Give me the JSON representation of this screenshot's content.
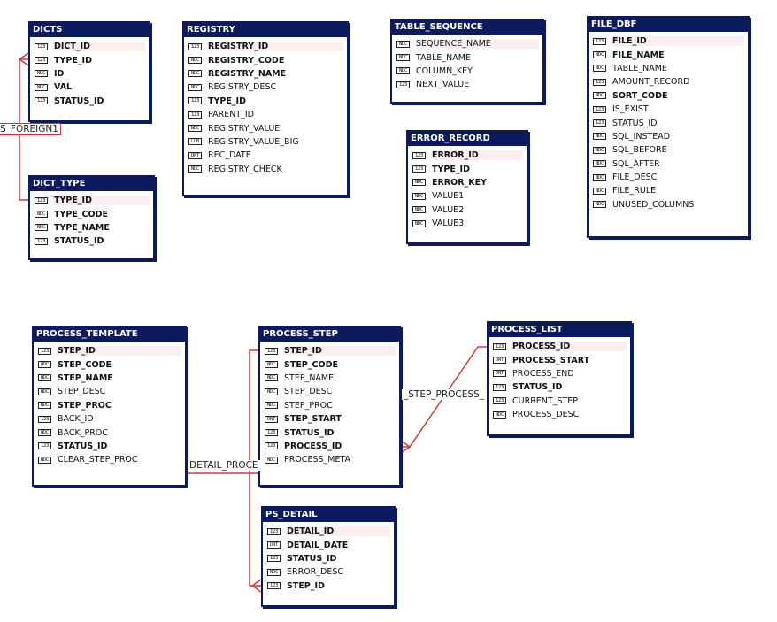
{
  "entities": [
    {
      "name": "DICTS",
      "fields": [
        {
          "name": "DICT_ID",
          "type": "key-icon",
          "key": true
        },
        {
          "name": "TYPE_ID",
          "type": "key-icon",
          "key": true
        },
        {
          "name": "ID",
          "type": "ndc-icon",
          "key": true
        },
        {
          "name": "VAL",
          "type": "ndc-icon",
          "key": true
        },
        {
          "name": "STATUS_ID",
          "type": "key-icon",
          "key": true
        }
      ]
    },
    {
      "name": "REGISTRY",
      "fields": [
        {
          "name": "REGISTRY_ID",
          "type": "key-icon",
          "key": true
        },
        {
          "name": "REGISTRY_CODE",
          "type": "ndc-icon",
          "key": true
        },
        {
          "name": "REGISTRY_NAME",
          "type": "ndc-icon",
          "key": true
        },
        {
          "name": "REGISTRY_DESC",
          "type": "ndc-icon",
          "key": false
        },
        {
          "name": "TYPE_ID",
          "type": "key-icon",
          "key": true
        },
        {
          "name": "PARENT_ID",
          "type": "key-icon",
          "key": false
        },
        {
          "name": "REGISTRY_VALUE",
          "type": "ndc-icon",
          "key": false
        },
        {
          "name": "REGISTRY_VALUE_BIG",
          "type": "lob-icon",
          "key": false
        },
        {
          "name": "REC_DATE",
          "type": "dnt-icon",
          "key": false
        },
        {
          "name": "REGISTRY_CHECK",
          "type": "ndc-icon",
          "key": false
        }
      ]
    },
    {
      "name": "TABLE_SEQUENCE",
      "fields": [
        {
          "name": "SEQUENCE_NAME",
          "type": "ndc-icon",
          "key": false
        },
        {
          "name": "TABLE_NAME",
          "type": "ndc-icon",
          "key": false
        },
        {
          "name": "COLUMN_KEY",
          "type": "ndc-icon",
          "key": false
        },
        {
          "name": "NEXT_VALUE",
          "type": "key-icon",
          "key": false
        }
      ]
    },
    {
      "name": "FILE_DBF",
      "fields": [
        {
          "name": "FILE_ID",
          "type": "key-icon",
          "key": true
        },
        {
          "name": "FILE_NAME",
          "type": "ndc-icon",
          "key": true
        },
        {
          "name": "TABLE_NAME",
          "type": "ndc-icon",
          "key": false
        },
        {
          "name": "AMOUNT_RECORD",
          "type": "key-icon",
          "key": false
        },
        {
          "name": "SORT_CODE",
          "type": "ndc-icon",
          "key": true
        },
        {
          "name": "IS_EXIST",
          "type": "key-icon",
          "key": false
        },
        {
          "name": "STATUS_ID",
          "type": "key-icon",
          "key": false
        },
        {
          "name": "SQL_INSTEAD",
          "type": "ndc-icon",
          "key": false
        },
        {
          "name": "SQL_BEFORE",
          "type": "ndc-icon",
          "key": false
        },
        {
          "name": "SQL_AFTER",
          "type": "ndc-icon",
          "key": false
        },
        {
          "name": "FILE_DESC",
          "type": "ndc-icon",
          "key": false
        },
        {
          "name": "FILE_RULE",
          "type": "ndc-icon",
          "key": false
        },
        {
          "name": "UNUSED_COLUMNS",
          "type": "ndc-icon",
          "key": false
        }
      ]
    },
    {
      "name": "ERROR_RECORD",
      "fields": [
        {
          "name": "ERROR_ID",
          "type": "key-icon",
          "key": true
        },
        {
          "name": "TYPE_ID",
          "type": "key-icon",
          "key": true
        },
        {
          "name": "ERROR_KEY",
          "type": "ndc-icon",
          "key": true
        },
        {
          "name": "VALUE1",
          "type": "ndc-icon",
          "key": false
        },
        {
          "name": "VALUE2",
          "type": "ndc-icon",
          "key": false
        },
        {
          "name": "VALUE3",
          "type": "ndc-icon",
          "key": false
        }
      ]
    },
    {
      "name": "DICT_TYPE",
      "fields": [
        {
          "name": "TYPE_ID",
          "type": "key-icon",
          "key": true
        },
        {
          "name": "TYPE_CODE",
          "type": "ndc-icon",
          "key": true
        },
        {
          "name": "TYPE_NAME",
          "type": "ndc-icon",
          "key": true
        },
        {
          "name": "STATUS_ID",
          "type": "key-icon",
          "key": true
        }
      ]
    },
    {
      "name": "PROCESS_TEMPLATE",
      "fields": [
        {
          "name": "STEP_ID",
          "type": "key-icon",
          "key": true
        },
        {
          "name": "STEP_CODE",
          "type": "ndc-icon",
          "key": true
        },
        {
          "name": "STEP_NAME",
          "type": "ndc-icon",
          "key": true
        },
        {
          "name": "STEP_DESC",
          "type": "ndc-icon",
          "key": false
        },
        {
          "name": "STEP_PROC",
          "type": "ndc-icon",
          "key": true
        },
        {
          "name": "BACK_ID",
          "type": "key-icon",
          "key": false
        },
        {
          "name": "BACK_PROC",
          "type": "ndc-icon",
          "key": false
        },
        {
          "name": "STATUS_ID",
          "type": "key-icon",
          "key": true
        },
        {
          "name": "CLEAR_STEP_PROC",
          "type": "ndc-icon",
          "key": false
        }
      ]
    },
    {
      "name": "PROCESS_STEP",
      "fields": [
        {
          "name": "STEP_ID",
          "type": "key-icon",
          "key": true
        },
        {
          "name": "STEP_CODE",
          "type": "ndc-icon",
          "key": true
        },
        {
          "name": "STEP_NAME",
          "type": "ndc-icon",
          "key": false
        },
        {
          "name": "STEP_DESC",
          "type": "ndc-icon",
          "key": false
        },
        {
          "name": "STEP_PROC",
          "type": "ndc-icon",
          "key": false
        },
        {
          "name": "STEP_START",
          "type": "dnt-icon",
          "key": true
        },
        {
          "name": "STATUS_ID",
          "type": "key-icon",
          "key": true
        },
        {
          "name": "PROCESS_ID",
          "type": "key-icon",
          "key": true
        },
        {
          "name": "PROCESS_META",
          "type": "ndc-icon",
          "key": false
        }
      ]
    },
    {
      "name": "PROCESS_LIST",
      "fields": [
        {
          "name": "PROCESS_ID",
          "type": "key-icon",
          "key": true
        },
        {
          "name": "PROCESS_START",
          "type": "dnt-icon",
          "key": true
        },
        {
          "name": "PROCESS_END",
          "type": "dnt-icon",
          "key": false
        },
        {
          "name": "STATUS_ID",
          "type": "key-icon",
          "key": true
        },
        {
          "name": "CURRENT_STEP",
          "type": "key-icon",
          "key": false
        },
        {
          "name": "PROCESS_DESC",
          "type": "ndc-icon",
          "key": false
        }
      ]
    },
    {
      "name": "PS_DETAIL",
      "fields": [
        {
          "name": "DETAIL_ID",
          "type": "key-icon",
          "key": true
        },
        {
          "name": "DETAIL_DATE",
          "type": "dnt-icon",
          "key": true
        },
        {
          "name": "STATUS_ID",
          "type": "key-icon",
          "key": true
        },
        {
          "name": "ERROR_DESC",
          "type": "ndc-icon",
          "key": false
        },
        {
          "name": "STEP_ID",
          "type": "key-icon",
          "key": true
        }
      ]
    }
  ],
  "relationships": [
    {
      "label": "S_FOREIGN1"
    },
    {
      "label": "_STEP_PROCESS_"
    },
    {
      "label": "DETAIL_PROCE"
    }
  ],
  "icon_text": {
    "key-icon": "123",
    "ndc-icon": "NDC",
    "lob-icon": "LOB",
    "dnt-icon": "DNT"
  },
  "colors": {
    "header": "#0c1a5e",
    "relation": "#d23a3a",
    "pk_highlight": "#fbeeee"
  }
}
